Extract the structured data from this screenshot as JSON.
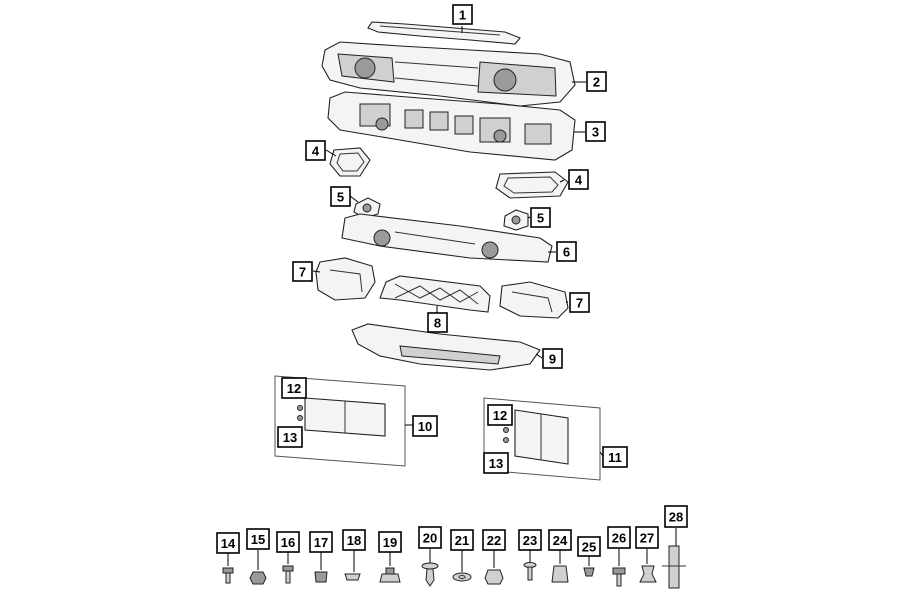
{
  "callouts": [
    {
      "id": "c1",
      "label": "1"
    },
    {
      "id": "c2",
      "label": "2"
    },
    {
      "id": "c3",
      "label": "3"
    },
    {
      "id": "c4a",
      "label": "4"
    },
    {
      "id": "c4b",
      "label": "4"
    },
    {
      "id": "c5a",
      "label": "5"
    },
    {
      "id": "c5b",
      "label": "5"
    },
    {
      "id": "c6",
      "label": "6"
    },
    {
      "id": "c7a",
      "label": "7"
    },
    {
      "id": "c7b",
      "label": "7"
    },
    {
      "id": "c8",
      "label": "8"
    },
    {
      "id": "c9",
      "label": "9"
    },
    {
      "id": "c10",
      "label": "10"
    },
    {
      "id": "c11",
      "label": "11"
    },
    {
      "id": "c12a",
      "label": "12"
    },
    {
      "id": "c12b",
      "label": "12"
    },
    {
      "id": "c13a",
      "label": "13"
    },
    {
      "id": "c13b",
      "label": "13"
    },
    {
      "id": "c14",
      "label": "14"
    },
    {
      "id": "c15",
      "label": "15"
    },
    {
      "id": "c16",
      "label": "16"
    },
    {
      "id": "c17",
      "label": "17"
    },
    {
      "id": "c18",
      "label": "18"
    },
    {
      "id": "c19",
      "label": "19"
    },
    {
      "id": "c20",
      "label": "20"
    },
    {
      "id": "c21",
      "label": "21"
    },
    {
      "id": "c22",
      "label": "22"
    },
    {
      "id": "c23",
      "label": "23"
    },
    {
      "id": "c24",
      "label": "24"
    },
    {
      "id": "c25",
      "label": "25"
    },
    {
      "id": "c26",
      "label": "26"
    },
    {
      "id": "c27",
      "label": "27"
    },
    {
      "id": "c28",
      "label": "28"
    }
  ]
}
